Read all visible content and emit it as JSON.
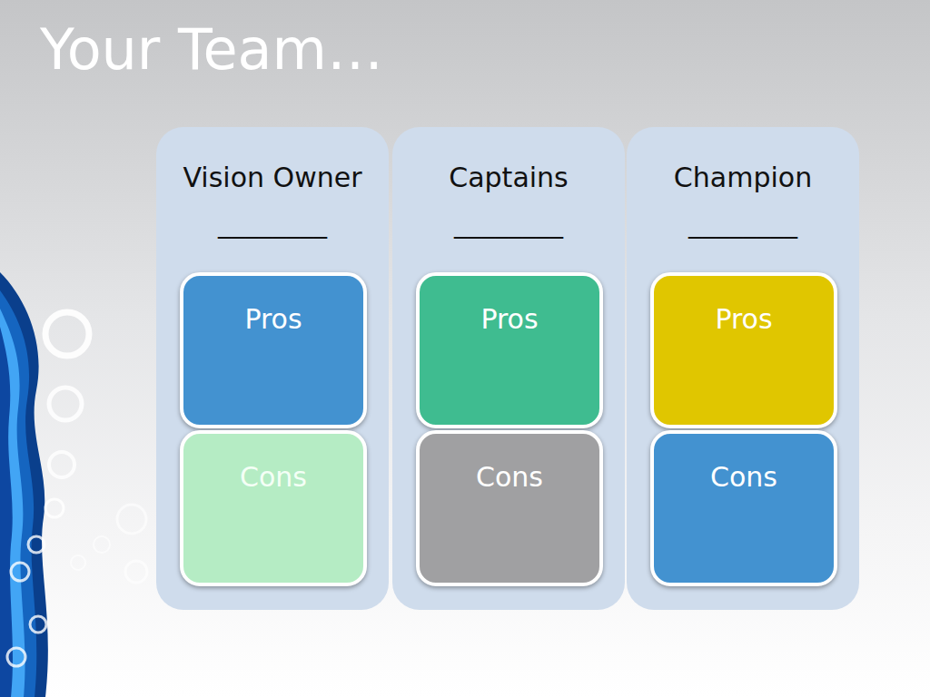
{
  "diagram": {
    "title": "Your Team…",
    "nodes": [
      {
        "text": [
          "Vision Owner",
          "________"
        ]
      },
      {
        "text": [
          "Pros"
        ],
        "in": 0
      },
      {
        "text": [
          "Cons"
        ],
        "in": 0
      },
      {
        "text": [
          "Captains",
          "________"
        ]
      },
      {
        "text": [
          "Pros"
        ],
        "in": 3
      },
      {
        "text": [
          "Cons"
        ],
        "in": 3
      },
      {
        "text": [
          "Champion",
          "________"
        ]
      },
      {
        "text": [
          "Pros"
        ],
        "in": 6
      },
      {
        "text": [
          "Cons"
        ],
        "in": 6
      }
    ]
  }
}
